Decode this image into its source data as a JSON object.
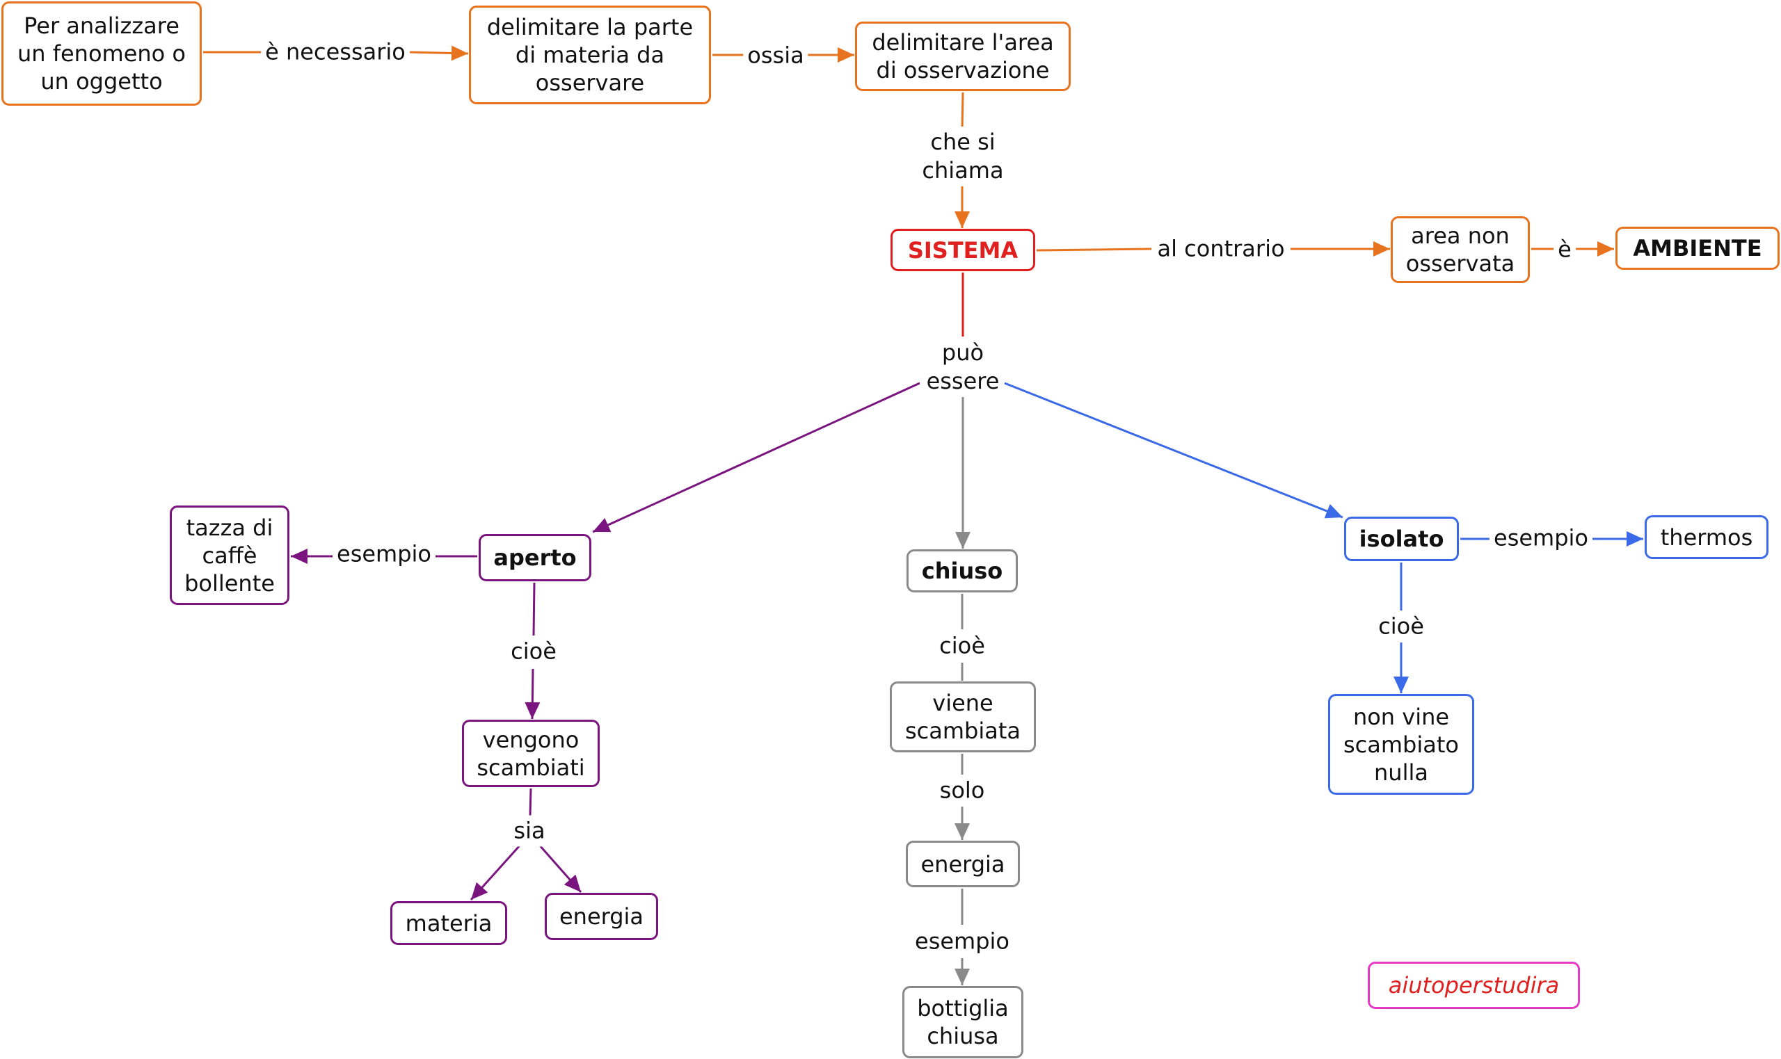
{
  "nodes": {
    "per_analizzare": "Per analizzare\nun fenomeno o\nun oggetto",
    "delimitare_parte": "delimitare la parte\ndi materia da\nosservare",
    "delimitare_area": "delimitare l'area\ndi osservazione",
    "sistema": "SISTEMA",
    "area_non_osservata": "area non\nosservata",
    "ambiente": "AMBIENTE",
    "aperto": "aperto",
    "tazza_caffe": "tazza di\ncaffè\nbollente",
    "vengono_scambiati": "vengono\nscambiati",
    "materia": "materia",
    "energia_aperto": "energia",
    "chiuso": "chiuso",
    "viene_scambiata": "viene\nscambiata",
    "energia_chiuso": "energia",
    "bottiglia_chiusa": "bottiglia\nchiusa",
    "isolato": "isolato",
    "thermos": "thermos",
    "non_vine_scambiato": "non vine\nscambiato\nnulla",
    "watermark": "aiutoperstudira"
  },
  "links": {
    "e_necessario": "è necessario",
    "ossia": "ossia",
    "che_si_chiama": "che si\nchiama",
    "al_contrario": "al contrario",
    "e": "è",
    "puo_essere": "può\nessere",
    "esempio_aperto": "esempio",
    "cioe_aperto": "cioè",
    "sia": "sia",
    "cioe_chiuso": "cioè",
    "solo": "solo",
    "esempio_chiuso": "esempio",
    "esempio_isolato": "esempio",
    "cioe_isolato": "cioè"
  },
  "colors": {
    "orange": "#e8731e",
    "red": "#e0201e",
    "purple": "#7a1580",
    "gray": "#8a8a8a",
    "blue": "#3a6ae8",
    "pink": "#e838c8",
    "watermark_text": "#e0201e"
  }
}
